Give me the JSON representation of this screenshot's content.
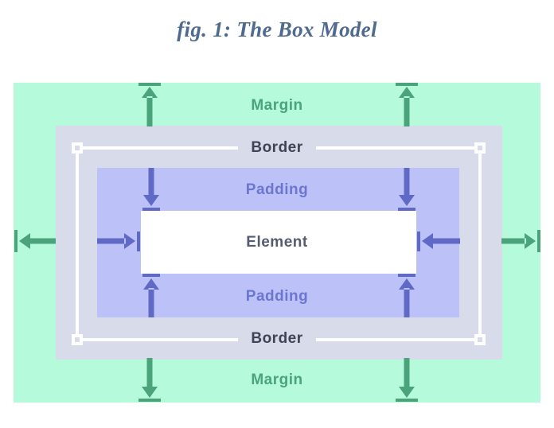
{
  "figure": {
    "title": "fig. 1: The Box Model"
  },
  "box_model": {
    "layers": [
      {
        "name": "margin",
        "label": "Margin"
      },
      {
        "name": "border",
        "label": "Border"
      },
      {
        "name": "padding",
        "label": "Padding"
      },
      {
        "name": "element",
        "label": "Element"
      }
    ]
  },
  "colors": {
    "page_bg": "#ffffff",
    "margin_bg": "#b5fadb",
    "margin_accent": "#4aa37a",
    "border_bg": "#d8dcea",
    "border_text": "#3e4355",
    "padding_bg": "#bcc2f7",
    "padding_accent": "#6069c6",
    "padding_text": "#6c76d0",
    "element_bg": "#ffffff",
    "element_text": "#565c70",
    "outline": "#ffffff",
    "title_text": "#4e6a8e"
  }
}
